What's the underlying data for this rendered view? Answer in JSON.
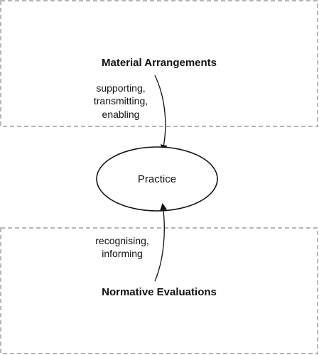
{
  "top_box": {
    "title": "Material Arrangements",
    "arrow_label_lines": [
      "supporting,",
      "transmitting,",
      "enabling"
    ]
  },
  "center": {
    "label": "Practice"
  },
  "bottom_box": {
    "title": "Normative Evaluations",
    "arrow_label_lines": [
      "recognising,",
      "informing"
    ]
  },
  "colors": {
    "border": "#888888",
    "text": "#111111"
  }
}
